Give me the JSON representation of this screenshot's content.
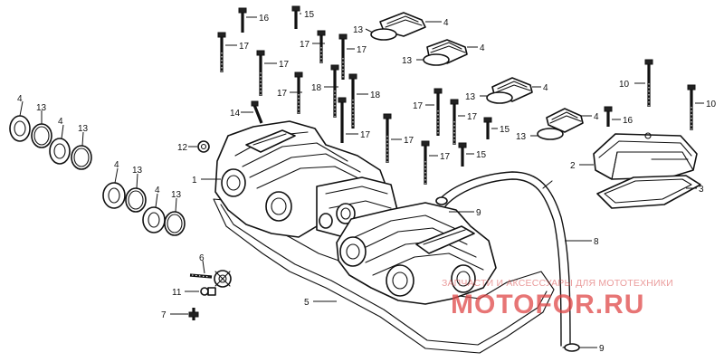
{
  "diagram": {
    "callouts": {
      "c4a": "4",
      "c13a": "13",
      "c4b": "4",
      "c13b": "13",
      "c4c": "4",
      "c13c": "13",
      "c4d": "4",
      "c13d": "13",
      "c12": "12",
      "c1": "1",
      "c14": "14",
      "c16a": "16",
      "c15a": "15",
      "c17a": "17",
      "c17b": "17",
      "c17c": "17",
      "c17d": "17",
      "c18a": "18",
      "c18b": "18",
      "c17e": "17",
      "c17f": "17",
      "c13e": "13",
      "c4e": "4",
      "c13f": "13",
      "c4f": "4",
      "c17g": "17",
      "c17h": "17",
      "c15b": "15",
      "c17i": "17",
      "c15c": "15",
      "c13g": "13",
      "c4g": "4",
      "c13h": "13",
      "c4h": "4",
      "c10a": "10",
      "c10b": "10",
      "c16b": "16",
      "c2": "2",
      "c3": "3",
      "c9a": "9",
      "c8": "8",
      "c9b": "9",
      "c6": "6",
      "c11": "11",
      "c7": "7",
      "c5": "5"
    }
  },
  "watermark": {
    "tagline": "ЗАПЧАСТИ И АКСЕССУАРЫ ДЛЯ МОТОТЕХНИКИ",
    "logo": "MOTOFOR.RU"
  }
}
